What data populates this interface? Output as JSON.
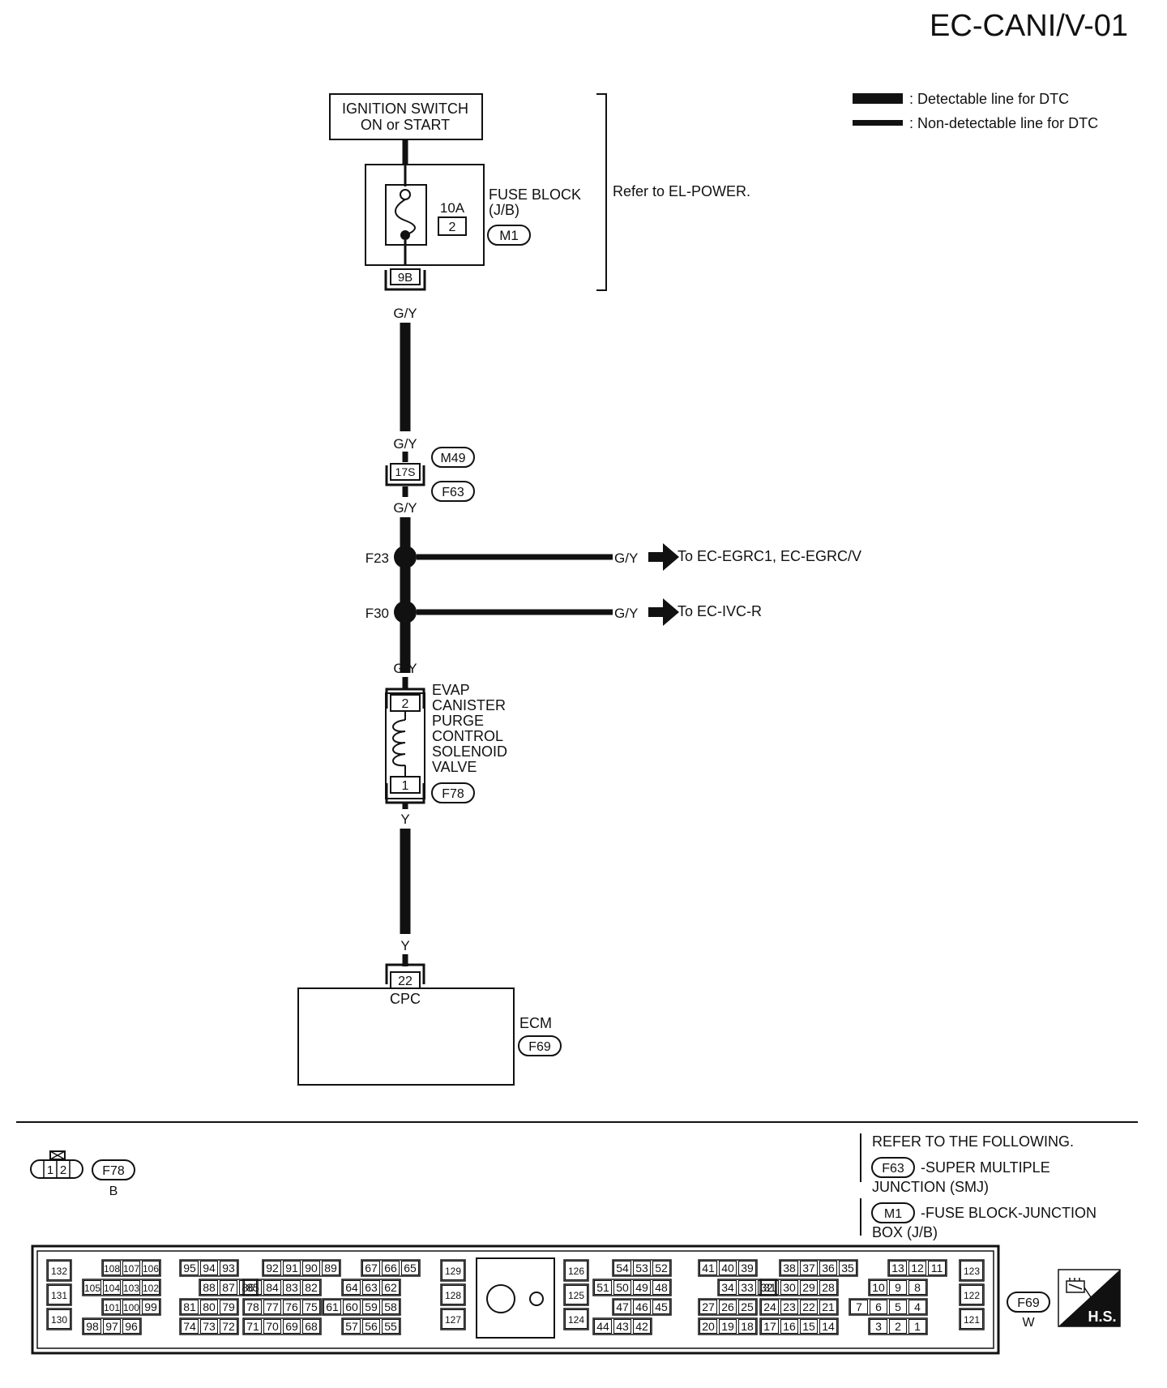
{
  "page_id": "EC-CANI/V-01",
  "legend": {
    "detectable": ": Detectable line for DTC",
    "non_detectable": ": Non-detectable line for DTC"
  },
  "ignition": {
    "line1": "IGNITION SWITCH",
    "line2": "ON or START"
  },
  "fuse_block": {
    "line1": "FUSE BLOCK",
    "line2": "(J/B)",
    "amp": "10A",
    "fuse_no": "2",
    "connector": "M1",
    "terminal": "9B",
    "refer": "Refer to EL-POWER."
  },
  "wires": {
    "gy": "G/Y",
    "y": "Y"
  },
  "joint_connector": {
    "terminal": "17S",
    "upper": "M49",
    "lower": "F63"
  },
  "splices": [
    {
      "id": "F23",
      "dest": "To EC-EGRC1, EC-EGRC/V"
    },
    {
      "id": "F30",
      "dest": "To EC-IVC-R"
    }
  ],
  "solenoid": {
    "lines": [
      "EVAP",
      "CANISTER",
      "PURGE",
      "CONTROL",
      "SOLENOID",
      "VALVE"
    ],
    "pin_top": "2",
    "pin_bottom": "1",
    "connector": "F78"
  },
  "ecm": {
    "label": "ECM",
    "connector": "F69",
    "terminal": "22",
    "terminal_name": "CPC"
  },
  "connector_f78_view": {
    "pins": [
      "1",
      "2"
    ],
    "id": "F78",
    "color": "B"
  },
  "connector_f69_view": {
    "id": "F69",
    "color": "W",
    "badge": "H.S.",
    "groups": [
      [
        "132",
        "131",
        "130"
      ],
      [
        "108",
        "107",
        "106",
        "105",
        "104",
        "103",
        "102",
        "101",
        "100",
        "99",
        "98",
        "97",
        "96"
      ],
      [
        "95",
        "94",
        "93",
        "88",
        "87",
        "86",
        "81",
        "80",
        "79",
        "74",
        "73",
        "72"
      ],
      [
        "92",
        "91",
        "90",
        "89",
        "85",
        "84",
        "83",
        "82",
        "78",
        "77",
        "76",
        "75",
        "71",
        "70",
        "69",
        "68"
      ],
      [
        "67",
        "66",
        "65",
        "64",
        "63",
        "62",
        "61",
        "60",
        "59",
        "58",
        "57",
        "56",
        "55"
      ],
      [
        "129",
        "128",
        "127"
      ],
      [
        "126",
        "125",
        "124"
      ],
      [
        "54",
        "53",
        "52",
        "51",
        "50",
        "49",
        "48",
        "47",
        "46",
        "45",
        "44",
        "43",
        "42"
      ],
      [
        "41",
        "40",
        "39",
        "34",
        "33",
        "32",
        "27",
        "26",
        "25",
        "20",
        "19",
        "18"
      ],
      [
        "38",
        "37",
        "36",
        "35",
        "31",
        "30",
        "29",
        "28",
        "24",
        "23",
        "22",
        "21",
        "17",
        "16",
        "15",
        "14"
      ],
      [
        "13",
        "12",
        "11",
        "10",
        "9",
        "8",
        "7",
        "6",
        "5",
        "4",
        "3",
        "2",
        "1"
      ],
      [
        "123",
        "122",
        "121"
      ]
    ]
  },
  "refer_following": {
    "title": "REFER TO THE FOLLOWING.",
    "items": [
      {
        "code": "F63",
        "text": "-SUPER MULTIPLE",
        "text2": "JUNCTION (SMJ)"
      },
      {
        "code": "M1",
        "text": "-FUSE BLOCK-JUNCTION",
        "text2": "BOX (J/B)"
      }
    ]
  }
}
